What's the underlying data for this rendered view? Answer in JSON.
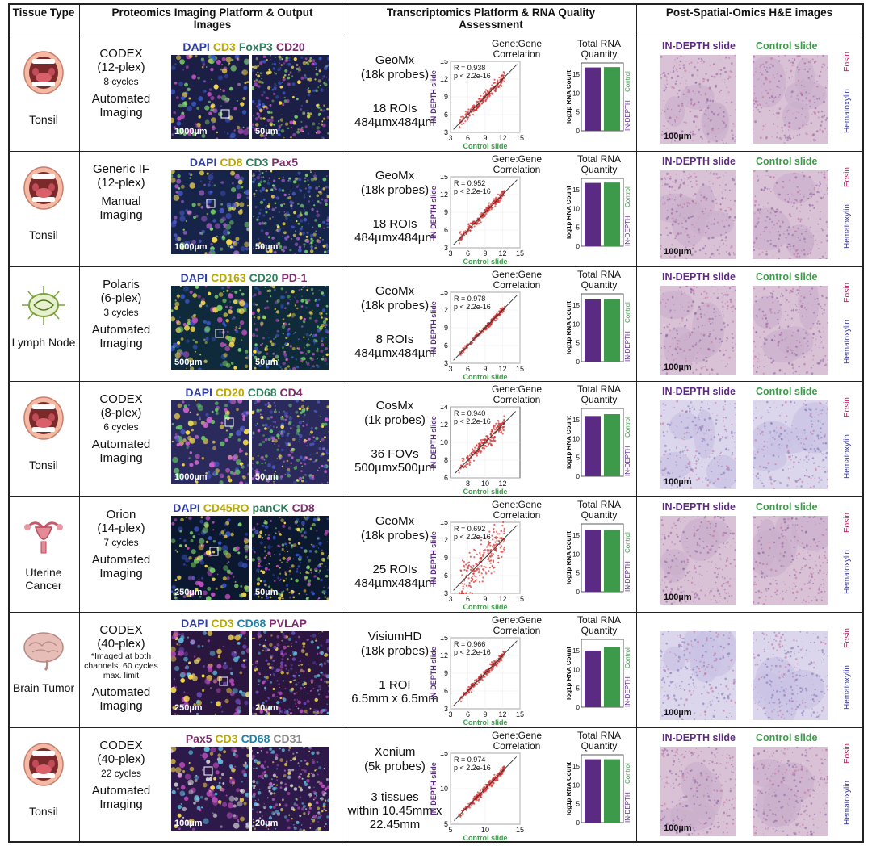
{
  "headers": {
    "tissue": "Tissue Type",
    "proteomics": "Proteomics Imaging Platform & Output Images",
    "transcriptomics": "Transcriptomics Platform & RNA Quality Assessment",
    "he": "Post-Spatial-Omics H&E images"
  },
  "common": {
    "corr_title": "Gene:Gene Correlation",
    "rna_title": "Total RNA Quantity",
    "y_axis": "IN-DEPTH slide",
    "x_axis": "Control slide",
    "rna_ylabel": "log1p RNA Count",
    "rna_indepth": "IN-DEPTH",
    "rna_control": "Control",
    "he_indepth": "IN-DEPTH slide",
    "he_control": "Control slide",
    "eosin": "Eosin",
    "hematoxylin": "Hematoxylin",
    "he_scale": "100µm"
  },
  "colors": {
    "purple": "#5b2a83",
    "green": "#3d9a4a",
    "dapi": "#2f3e9e",
    "yellow": "#b8a800",
    "cyan_green": "#2e7d5b",
    "pink": "#c2185b",
    "red_pts": "#d32f2f"
  },
  "rows": [
    {
      "tissue": "Tonsil",
      "organ": "mouth-icon",
      "platform": "CODEX",
      "plex": "(12-plex)",
      "cycles": "8 cycles",
      "note": "",
      "mode": "Automated Imaging",
      "markers": [
        {
          "t": "DAPI",
          "c": "#2f3e9e"
        },
        {
          "t": "CD3",
          "c": "#b8a800"
        },
        {
          "t": "FoxP3",
          "c": "#2e7d5b"
        },
        {
          "t": "CD20",
          "c": "#7b2d6e"
        }
      ],
      "scale1": "1000µm",
      "scale2": "50µm",
      "tplatform": "GeoMx",
      "probes": "(18k probes)",
      "rois": "18 ROIs",
      "roisize": "484µmx484µm",
      "r": "R = 0.938",
      "p": "p < 2.2e-16",
      "xticks": [
        "3",
        "6",
        "9",
        "12",
        "15"
      ],
      "yticks": [
        "3",
        "6",
        "9",
        "12",
        "15"
      ],
      "chart_data": {
        "type": "scatter",
        "x": [
          3,
          15
        ],
        "y": [
          3,
          15
        ],
        "r": 0.938
      },
      "rna": {
        "indepth": 16.8,
        "control": 16.9
      },
      "show_he_labels": true
    },
    {
      "tissue": "Tonsil",
      "organ": "mouth-icon",
      "platform": "Generic IF",
      "plex": "(12-plex)",
      "cycles": "",
      "note": "",
      "mode": "Manual Imaging",
      "markers": [
        {
          "t": "DAPI",
          "c": "#2f3e9e"
        },
        {
          "t": "CD8",
          "c": "#b8a800"
        },
        {
          "t": "CD3",
          "c": "#2e7d5b"
        },
        {
          "t": "Pax5",
          "c": "#7b2d6e"
        }
      ],
      "scale1": "1000µm",
      "scale2": "50µm",
      "tplatform": "GeoMx",
      "probes": "(18k probes)",
      "rois": "18 ROIs",
      "roisize": "484µmx484µm",
      "r": "R = 0.952",
      "p": "p < 2.2e-16",
      "xticks": [
        "3",
        "6",
        "9",
        "12",
        "15"
      ],
      "yticks": [
        "3",
        "6",
        "9",
        "12",
        "15"
      ],
      "chart_data": {
        "type": "scatter",
        "x": [
          3,
          15
        ],
        "y": [
          3,
          15
        ],
        "r": 0.952
      },
      "rna": {
        "indepth": 16.8,
        "control": 16.9
      },
      "show_he_labels": true
    },
    {
      "tissue": "Lymph Node",
      "organ": "lymph-node-icon",
      "platform": "Polaris",
      "plex": "(6-plex)",
      "cycles": "3 cycles",
      "note": "",
      "mode": "Automated Imaging",
      "markers": [
        {
          "t": "DAPI",
          "c": "#2f3e9e"
        },
        {
          "t": "CD163",
          "c": "#b8a800"
        },
        {
          "t": "CD20",
          "c": "#2e7d5b"
        },
        {
          "t": "PD-1",
          "c": "#7b2d6e"
        }
      ],
      "scale1": "500µm",
      "scale2": "50µm",
      "tplatform": "GeoMx",
      "probes": "(18k probes)",
      "rois": "8 ROIs",
      "roisize": "484µmx484µm",
      "r": "R = 0.978",
      "p": "p < 2.2e-16",
      "xticks": [
        "3",
        "6",
        "9",
        "12",
        "15"
      ],
      "yticks": [
        "3",
        "6",
        "9",
        "12",
        "15"
      ],
      "chart_data": {
        "type": "scatter",
        "x": [
          3,
          15
        ],
        "y": [
          3,
          15
        ],
        "r": 0.978
      },
      "rna": {
        "indepth": 16.5,
        "control": 16.6
      },
      "show_he_labels": true
    },
    {
      "tissue": "Tonsil",
      "organ": "mouth-icon",
      "platform": "CODEX",
      "plex": "(8-plex)",
      "cycles": "6 cycles",
      "note": "",
      "mode": "Automated Imaging",
      "markers": [
        {
          "t": "DAPI",
          "c": "#2f3e9e"
        },
        {
          "t": "CD20",
          "c": "#b8a800"
        },
        {
          "t": "CD68",
          "c": "#2e7d5b"
        },
        {
          "t": "CD4",
          "c": "#7b2d6e"
        }
      ],
      "scale1": "1000µm",
      "scale2": "50µm",
      "tplatform": "CosMx",
      "probes": "(1k probes)",
      "rois": "36 FOVs",
      "roisize": "500µmx500µm",
      "r": "R = 0.940",
      "p": "p < 2.2e-16",
      "xticks": [
        "8",
        "10",
        "12"
      ],
      "yticks": [
        "6",
        "8",
        "10",
        "12",
        "14"
      ],
      "chart_data": {
        "type": "scatter",
        "x": [
          6,
          14
        ],
        "y": [
          6,
          14
        ],
        "r": 0.94
      },
      "rna": {
        "indepth": 16.0,
        "control": 16.5
      },
      "show_he_labels": true
    },
    {
      "tissue": "Uterine Cancer",
      "organ": "uterus-icon",
      "platform": "Orion",
      "plex": "(14-plex)",
      "cycles": "7 cycles",
      "note": "",
      "mode": "Automated Imaging",
      "markers": [
        {
          "t": "DAPI",
          "c": "#2f3e9e"
        },
        {
          "t": "CD45RO",
          "c": "#b8a800"
        },
        {
          "t": "panCK",
          "c": "#2e7d5b"
        },
        {
          "t": "CD8",
          "c": "#7b2d6e"
        }
      ],
      "scale1": "250µm",
      "scale2": "50µm",
      "tplatform": "GeoMx",
      "probes": "(18k probes)",
      "rois": "25 ROIs",
      "roisize": "484µmx484µm",
      "r": "R = 0.692",
      "p": "p < 2.2e-16",
      "xticks": [
        "3",
        "6",
        "9",
        "12",
        "15"
      ],
      "yticks": [
        "3",
        "6",
        "9",
        "12",
        "15"
      ],
      "chart_data": {
        "type": "scatter",
        "x": [
          3,
          15
        ],
        "y": [
          3,
          15
        ],
        "r": 0.692
      },
      "rna": {
        "indepth": 16.5,
        "control": 16.4
      },
      "show_he_labels": true
    },
    {
      "tissue": "Brain Tumor",
      "organ": "brain-icon",
      "platform": "CODEX",
      "plex": "(40-plex)",
      "cycles": "",
      "note": "*Imaged at both channels, 60 cycles max. limit",
      "mode": "Automated Imaging",
      "markers": [
        {
          "t": "DAPI",
          "c": "#2f3e9e"
        },
        {
          "t": "CD3",
          "c": "#b8a800"
        },
        {
          "t": "CD68",
          "c": "#1f7fa8"
        },
        {
          "t": "PVLAP",
          "c": "#7b2d6e"
        }
      ],
      "scale1": "250µm",
      "scale2": "20µm",
      "tplatform": "VisiumHD",
      "probes": "(18k probes)",
      "rois": "1 ROI",
      "roisize": "6.5mm x 6.5mm",
      "r": "R = 0.966",
      "p": "p < 2.2e-16",
      "xticks": [
        "3",
        "6",
        "9",
        "12",
        "15"
      ],
      "yticks": [
        "3",
        "6",
        "9",
        "12",
        "15"
      ],
      "chart_data": {
        "type": "scatter",
        "x": [
          3,
          15
        ],
        "y": [
          3,
          15
        ],
        "r": 0.966
      },
      "rna": {
        "indepth": 15.0,
        "control": 16.0
      },
      "show_he_labels": false
    },
    {
      "tissue": "Tonsil",
      "organ": "mouth-icon",
      "platform": "CODEX",
      "plex": "(40-plex)",
      "cycles": "22 cycles",
      "note": "",
      "mode": "Automated Imaging",
      "markers": [
        {
          "t": "Pax5",
          "c": "#7b2d6e"
        },
        {
          "t": "CD3",
          "c": "#b8a800"
        },
        {
          "t": "CD68",
          "c": "#1f7fa8"
        },
        {
          "t": "CD31",
          "c": "#888888"
        }
      ],
      "scale1": "100µm",
      "scale2": "20µm",
      "tplatform": "Xenium",
      "probes": "(5k probes)",
      "rois": "3 tissues",
      "roisize": "within 10.45mm x 22.45mm",
      "r": "R = 0.974",
      "p": "p < 2.2e-16",
      "xticks": [
        "5",
        "10",
        "15"
      ],
      "yticks": [
        "5",
        "10",
        "15"
      ],
      "chart_data": {
        "type": "scatter",
        "x": [
          5,
          15
        ],
        "y": [
          5,
          15
        ],
        "r": 0.974
      },
      "rna": {
        "indepth": 16.8,
        "control": 16.8
      },
      "show_he_labels": true
    }
  ]
}
